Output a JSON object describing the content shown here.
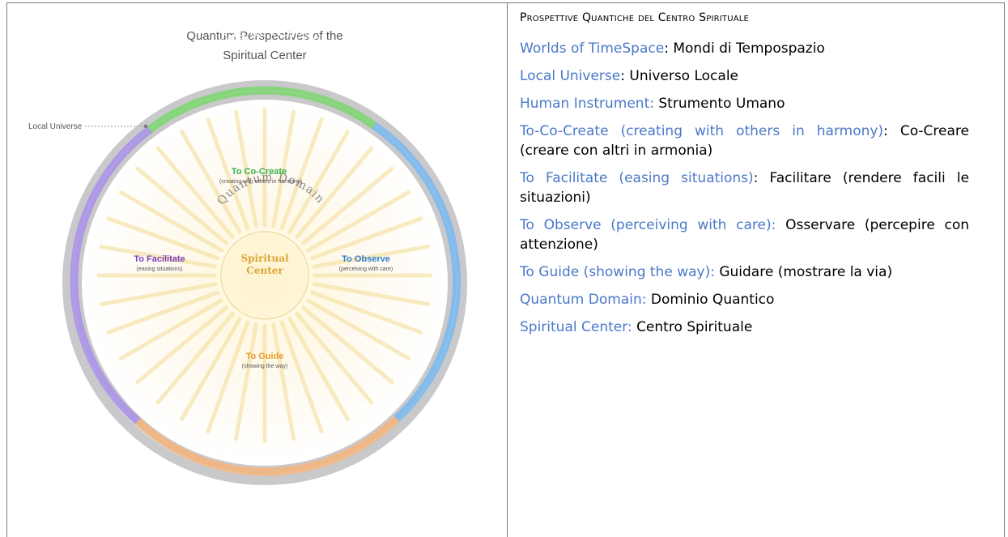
{
  "diagram": {
    "title_line1": "Quantum Perspectives of the",
    "title_line2": "Spiritual Center",
    "local_universe": "Local Universe",
    "worlds": "Worlds of TimeSpace",
    "human_instrument": "Human Instrument",
    "quantum_domain": "Quantum Domain",
    "spiritual_line1": "Spiritual",
    "spiritual_line2": "Center",
    "co_create": "To Co-Create",
    "co_create_sub": "(creating with others in harmony)",
    "facilitate": "To Facilitate",
    "facilitate_sub": "(easing situations)",
    "observe": "To Observe",
    "observe_sub": "(perceiving with care)",
    "guide": "To Guide",
    "guide_sub": "(showing the way)",
    "colors": {
      "green": "#36b24a",
      "purple": "#7a3fb8",
      "blue": "#2f7fd0",
      "orange": "#e89a2c",
      "gold": "#d9a63a",
      "ring": "#c9c9cc"
    }
  },
  "glossary": {
    "heading": "Prospettive Quantiche del Centro Spirituale",
    "entries": [
      {
        "term": "Worlds of TimeSpace",
        "sep": ": ",
        "translation": "Mondi di Tempospazio"
      },
      {
        "term": "Local Universe",
        "sep": ": ",
        "translation": "Universo Locale"
      },
      {
        "term": "Human Instrument:",
        "sep": " ",
        "translation": "Strumento Umano"
      },
      {
        "term": "To-Co-Create (creating with others in harmony)",
        "sep": ": ",
        "translation": "Co-Creare (creare con altri in armonia)"
      },
      {
        "term": "To Facilitate (easing situations)",
        "sep": ": ",
        "translation": "Facilitare (rendere facili le situazioni)"
      },
      {
        "term": "To Observe (perceiving with care):",
        "sep": " ",
        "translation": "Osservare (percepire con attenzione)"
      },
      {
        "term": "To Guide (showing the way):",
        "sep": " ",
        "translation": "Guidare (mostrare la via)"
      },
      {
        "term": "Quantum Domain:",
        "sep": " ",
        "translation": "Dominio Quantico"
      },
      {
        "term": "Spiritual Center:",
        "sep": " ",
        "translation": "Centro Spirituale"
      }
    ]
  }
}
